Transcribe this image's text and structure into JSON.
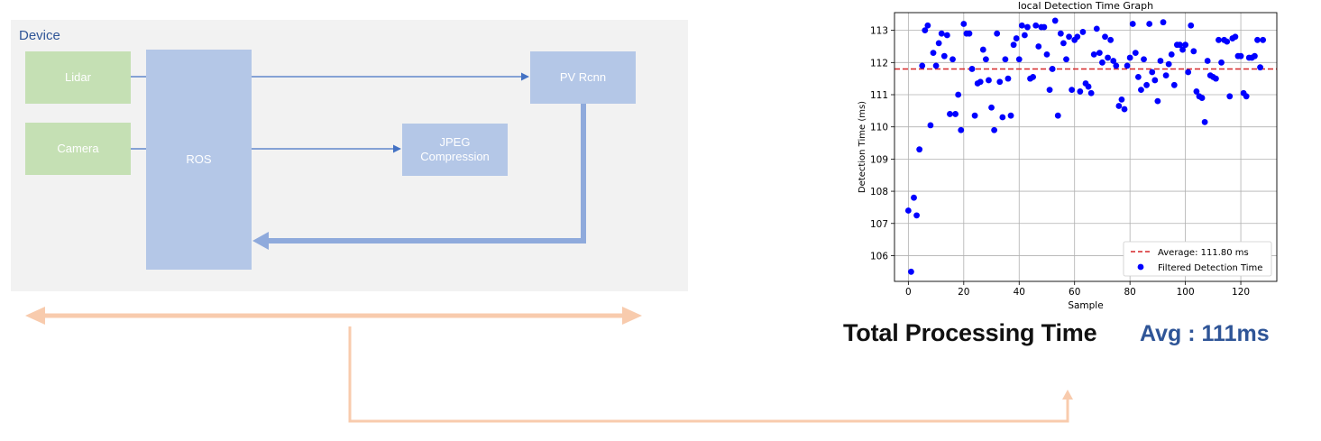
{
  "diagram": {
    "container_label": "Device",
    "nodes": {
      "lidar": "Lidar",
      "camera": "Camera",
      "ros": "ROS",
      "pv_rcnn": "PV Rcnn",
      "jpeg": "JPEG\nCompression"
    },
    "colors": {
      "sensor_fill": "#c5e0b4",
      "module_fill": "#b4c7e7",
      "arrow_blue": "#4472c4",
      "feedback_blue": "#8faadc",
      "bracket_peach": "#f8cbad"
    }
  },
  "caption": {
    "title": "Total Processing Time",
    "avg": "Avg : 111ms"
  },
  "chart_data": {
    "type": "scatter",
    "title": "local Detection Time Graph",
    "xlabel": "Sample",
    "ylabel": "Detection Time (ms)",
    "xlim": [
      -5,
      133
    ],
    "ylim": [
      105.2,
      113.55
    ],
    "xticks": [
      0,
      20,
      40,
      60,
      80,
      100,
      120
    ],
    "yticks": [
      106,
      107,
      108,
      109,
      110,
      111,
      112,
      113
    ],
    "grid": true,
    "legend_position": "lower-right",
    "average_line": {
      "name": "Average: 111.80 ms",
      "value": 111.8,
      "color": "#d62728"
    },
    "series": [
      {
        "name": "Filtered Detection Time",
        "color": "#0000ff",
        "x": [
          0,
          1,
          2,
          3,
          4,
          5,
          6,
          7,
          8,
          9,
          10,
          11,
          12,
          13,
          14,
          15,
          16,
          17,
          18,
          19,
          20,
          21,
          22,
          23,
          24,
          25,
          26,
          27,
          28,
          29,
          30,
          31,
          32,
          33,
          34,
          35,
          36,
          37,
          38,
          39,
          40,
          41,
          42,
          43,
          44,
          45,
          46,
          47,
          48,
          49,
          50,
          51,
          52,
          53,
          54,
          55,
          56,
          57,
          58,
          59,
          60,
          61,
          62,
          63,
          64,
          65,
          66,
          67,
          68,
          69,
          70,
          71,
          72,
          73,
          74,
          75,
          76,
          77,
          78,
          79,
          80,
          81,
          82,
          83,
          84,
          85,
          86,
          87,
          88,
          89,
          90,
          91,
          92,
          93,
          94,
          95,
          96,
          97,
          98,
          99,
          100,
          101,
          102,
          103,
          104,
          105,
          106,
          107,
          108,
          109,
          110,
          111,
          112,
          113,
          114,
          115,
          116,
          117,
          118,
          119,
          120,
          121,
          122,
          123,
          124,
          125,
          126,
          127,
          128
        ],
        "y": [
          107.4,
          105.5,
          107.8,
          107.25,
          109.3,
          111.9,
          113.0,
          113.15,
          110.05,
          112.3,
          111.9,
          112.6,
          112.9,
          112.2,
          112.85,
          110.4,
          112.1,
          110.4,
          111.0,
          109.9,
          113.2,
          112.9,
          112.9,
          111.8,
          110.35,
          111.35,
          111.4,
          112.4,
          112.1,
          111.45,
          110.6,
          109.9,
          112.9,
          111.4,
          110.3,
          112.1,
          111.5,
          110.35,
          112.55,
          112.75,
          112.1,
          113.15,
          112.85,
          113.1,
          111.5,
          111.55,
          113.15,
          112.5,
          113.1,
          113.1,
          112.25,
          111.15,
          111.8,
          113.3,
          110.35,
          112.9,
          112.6,
          112.1,
          112.8,
          111.15,
          112.7,
          112.8,
          111.1,
          112.95,
          111.35,
          111.25,
          111.05,
          112.25,
          113.05,
          112.3,
          112.0,
          112.8,
          112.15,
          112.7,
          112.05,
          111.9,
          110.65,
          110.85,
          110.55,
          111.9,
          112.15,
          113.2,
          112.3,
          111.55,
          111.15,
          112.1,
          111.3,
          113.2,
          111.7,
          111.45,
          110.8,
          112.05,
          113.25,
          111.6,
          111.95,
          112.25,
          111.3,
          112.55,
          112.55,
          112.4,
          112.55,
          111.7,
          113.15,
          112.35,
          111.1,
          110.95,
          110.9,
          110.15,
          112.05,
          111.6,
          111.55,
          111.5,
          112.7,
          112.0,
          112.7,
          112.65,
          110.95,
          112.75,
          112.8,
          112.2,
          112.2,
          111.05,
          110.95,
          112.15,
          112.15,
          112.2,
          112.7,
          111.85,
          112.7
        ]
      }
    ]
  }
}
